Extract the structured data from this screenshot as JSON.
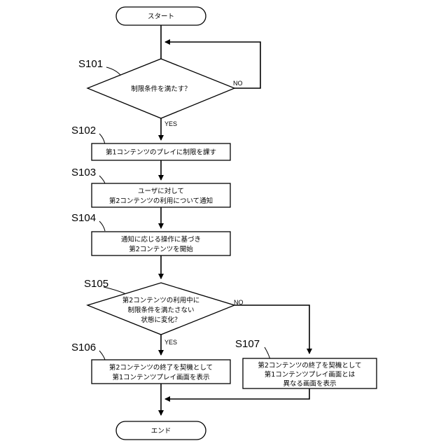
{
  "terminals": {
    "start": "スタート",
    "end": "エンド"
  },
  "steps": {
    "s101": {
      "id": "S101",
      "lines": [
        "制限条件を満たす？"
      ],
      "yes": "YES",
      "no": "NO"
    },
    "s102": {
      "id": "S102",
      "lines": [
        "第1コンテンツのプレイに制限を課す"
      ]
    },
    "s103": {
      "id": "S103",
      "lines": [
        "ユーザに対して",
        "第2コンテンツの利用について通知"
      ]
    },
    "s104": {
      "id": "S104",
      "lines": [
        "通知に応じる操作に基づき",
        "第2コンテンツを開始"
      ]
    },
    "s105": {
      "id": "S105",
      "lines": [
        "第2コンテンツの利用中に",
        "制限条件を満たさない",
        "状態に変化？"
      ],
      "yes": "YES",
      "no": "NO"
    },
    "s106": {
      "id": "S106",
      "lines": [
        "第2コンテンツの終了を契機として",
        "第1コンテンツプレイ画面を表示"
      ]
    },
    "s107": {
      "id": "S107",
      "lines": [
        "第2コンテンツの終了を契機として",
        "第1コンテンツプレイ画面とは",
        "異なる画面を表示"
      ]
    }
  }
}
